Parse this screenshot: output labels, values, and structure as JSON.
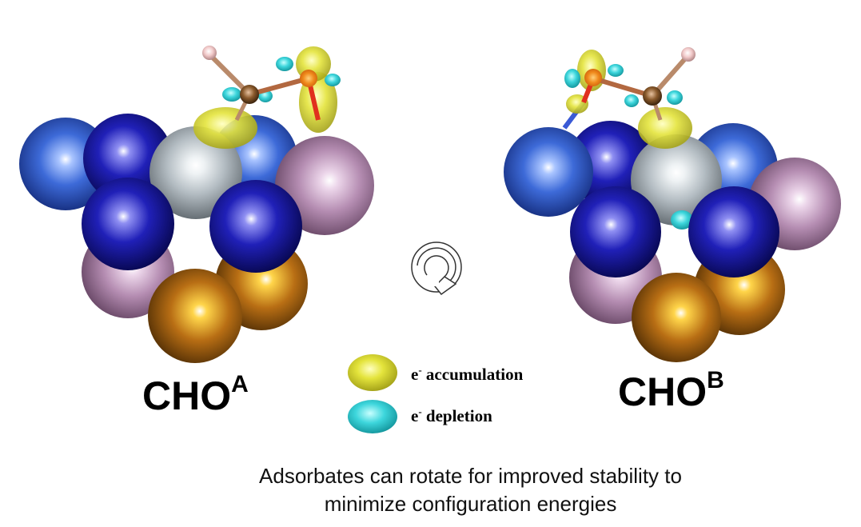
{
  "structures": [
    {
      "label_main": "CHO",
      "label_sup": "A"
    },
    {
      "label_main": "CHO",
      "label_sup": "B"
    }
  ],
  "legend": {
    "accumulation": {
      "prefix": "e",
      "sup": "-",
      "text": " accumulation",
      "color": "#e2e33a"
    },
    "depletion": {
      "prefix": "e",
      "sup": "-",
      "text": " depletion",
      "color": "#3fd7dc"
    }
  },
  "rotate_icon": "rotate-arrow-icon",
  "caption": {
    "line1": "Adsorbates can rotate for improved stability to",
    "line2": "minimize configuration energies"
  },
  "colors": {
    "navy": "#1a1aa0",
    "blue": "#3a68d6",
    "mauve": "#b98fb6",
    "silver": "#b9c1c6",
    "copper": "#b86e14",
    "carbon": "#8a5a2c",
    "oxygen": "#e0301e",
    "hydrogen": "#f1c9c9"
  }
}
